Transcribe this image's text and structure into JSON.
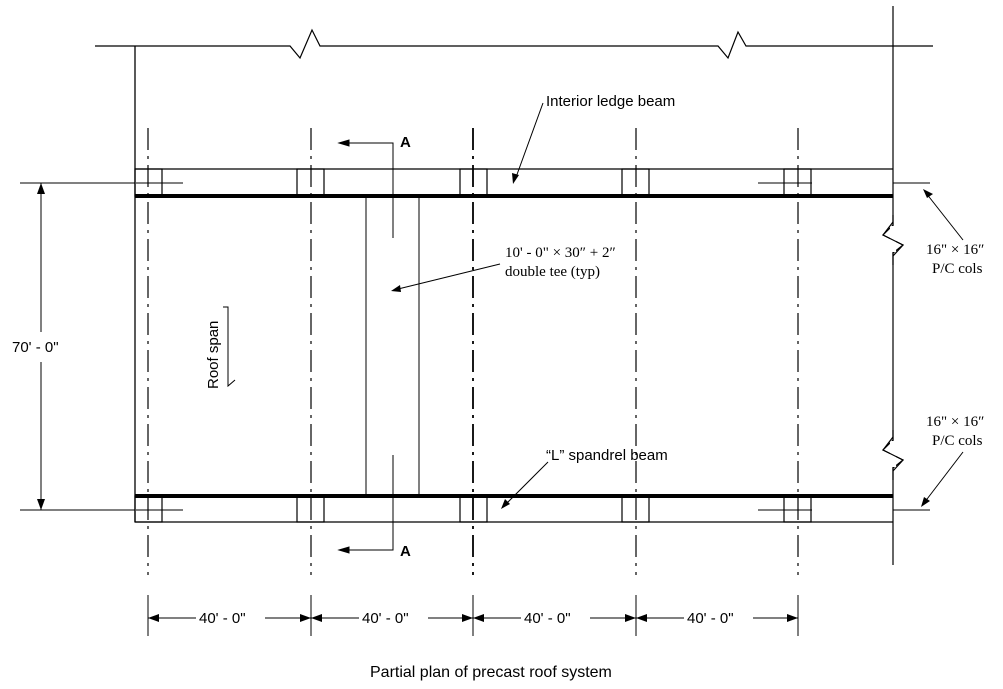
{
  "title": "Partial plan of precast roof system",
  "labels": {
    "interior_beam": "Interior ledge beam",
    "spandrel_beam": "“L” spandrel beam",
    "double_tee_line1": "10' - 0\" × 30″ + 2″",
    "double_tee_line2": "double tee (typ)",
    "roof_span": "Roof span",
    "section_top": "A",
    "section_bottom": "A",
    "cols_top_line1": "16\" × 16″",
    "cols_top_line2": "P/C cols",
    "cols_bottom_line1": "16\" × 16″",
    "cols_bottom_line2": "P/C cols"
  },
  "dimensions": {
    "vertical": "70' - 0\"",
    "bays": [
      "40' - 0\"",
      "40' - 0\"",
      "40' - 0\"",
      "40' - 0\""
    ]
  }
}
